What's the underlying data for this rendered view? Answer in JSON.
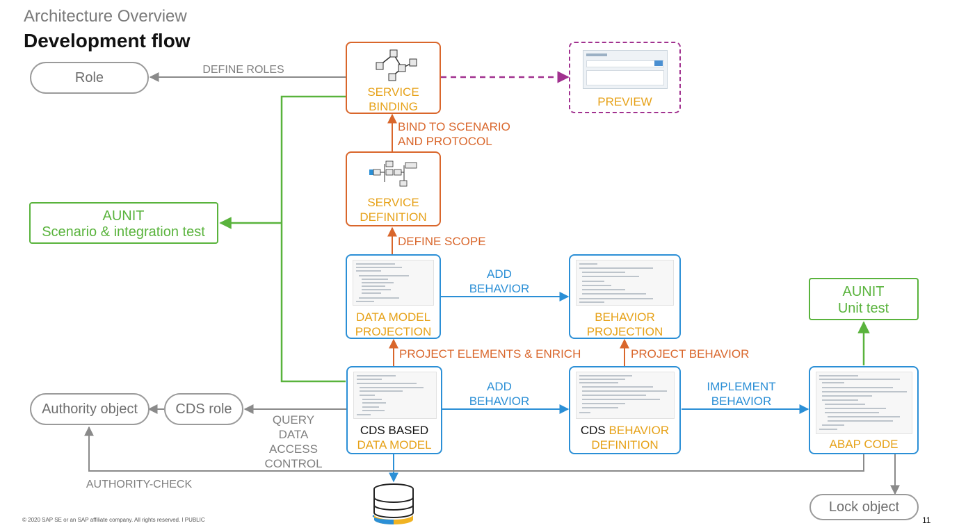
{
  "header": {
    "overline": "Architecture Overview",
    "title": "Development flow"
  },
  "nodes": {
    "role": "Role",
    "service_binding": [
      "SERVICE",
      "BINDING"
    ],
    "preview": "PREVIEW",
    "service_definition": [
      "SERVICE",
      "DEFINITION"
    ],
    "aunit_integration": [
      "AUNIT",
      "Scenario & integration test"
    ],
    "dm_projection": [
      "DATA MODEL",
      "PROJECTION"
    ],
    "behavior_projection": [
      "BEHAVIOR",
      "PROJECTION"
    ],
    "aunit_unit": [
      "AUNIT",
      "Unit test"
    ],
    "authority_object": "Authority object",
    "cds_role": "CDS role",
    "cds_data_model": {
      "prefix": "CDS BASED",
      "main": "DATA MODEL"
    },
    "cds_behavior": {
      "prefix": "CDS",
      "main1": "BEHAVIOR",
      "main2": "DEFINITION"
    },
    "abap_code": "ABAP CODE",
    "lock_object": "Lock object"
  },
  "edges": {
    "define_roles": "DEFINE ROLES",
    "bind_scenario": [
      "BIND TO SCENARIO",
      "AND PROTOCOL"
    ],
    "define_scope": "DEFINE SCOPE",
    "add_behavior_top": [
      "ADD",
      "BEHAVIOR"
    ],
    "project_elements": "PROJECT ELEMENTS & ENRICH",
    "project_behavior": "PROJECT BEHAVIOR",
    "add_behavior_bottom": [
      "ADD",
      "BEHAVIOR"
    ],
    "implement_behavior": [
      "IMPLEMENT",
      "BEHAVIOR"
    ],
    "query_access": [
      "QUERY",
      "DATA",
      "ACCESS",
      "CONTROL"
    ],
    "authority_check": "AUTHORITY-CHECK"
  },
  "footer": "© 2020 SAP SE or an SAP affiliate company. All rights reserved.  ǀ  PUBLIC",
  "page_number": "11",
  "colors": {
    "orange": "#d9662b",
    "blue": "#2b8fd6",
    "green": "#59b33c",
    "gold": "#e6a117",
    "gray": "#8a8a8a",
    "purple": "#a1318f"
  }
}
